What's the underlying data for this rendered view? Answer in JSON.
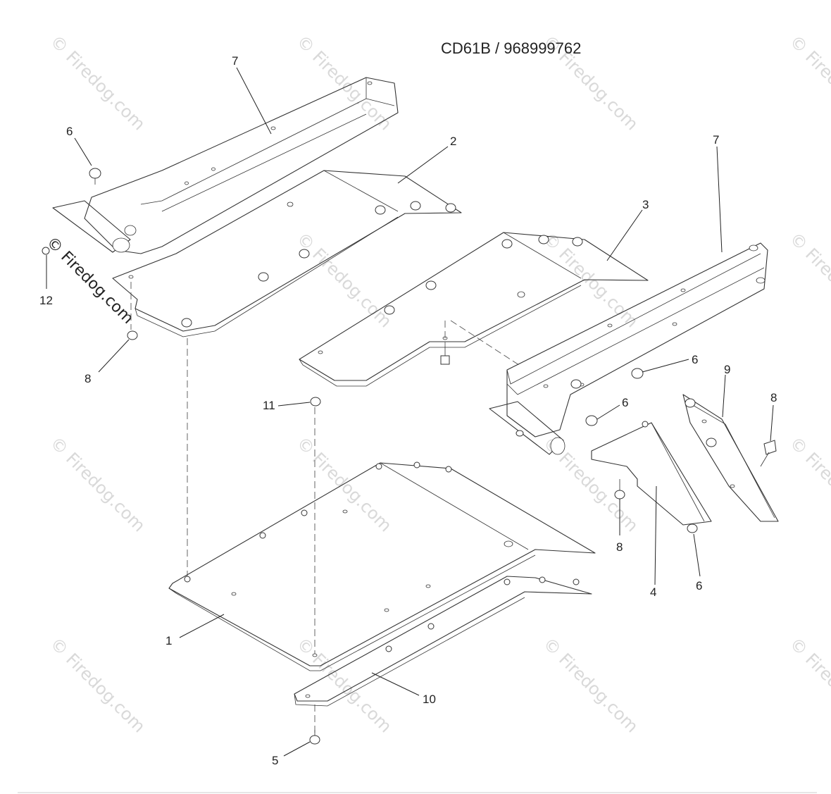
{
  "diagram": {
    "title": "CD61B / 968999762",
    "watermark": "© Firedog.com",
    "callouts": [
      "7",
      "6",
      "2",
      "12",
      "8",
      "7",
      "3",
      "6",
      "11",
      "6",
      "9",
      "8",
      "8",
      "4",
      "6",
      "1",
      "10",
      "5"
    ]
  }
}
